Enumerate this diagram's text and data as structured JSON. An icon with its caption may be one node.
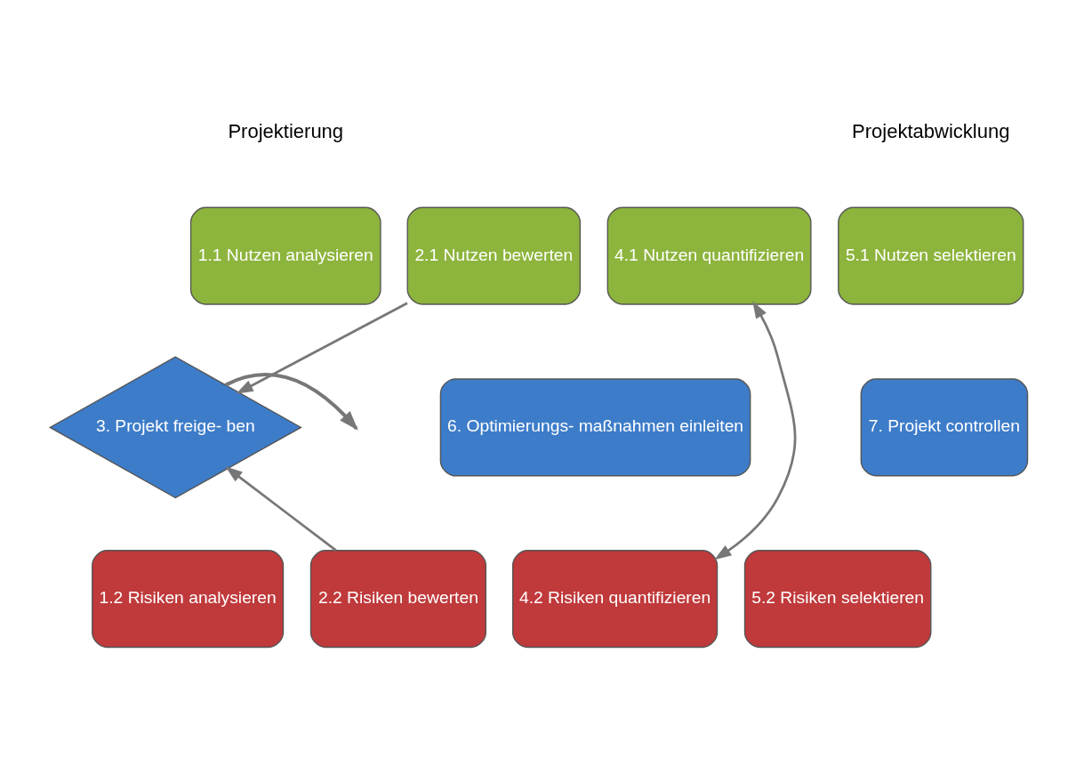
{
  "diagram": {
    "nodes": [
      {
        "text": [
          "1.1 Nutzen analysieren"
        ]
      },
      {
        "text": [
          "2.1 Nutzen bewerten"
        ]
      },
      {
        "text": [
          "4.1 Nutzen quantifizieren"
        ]
      },
      {
        "text": [
          "5.1 Nutzen selektieren"
        ]
      },
      {
        "text": [
          "3. Projekt freige- ben"
        ]
      },
      {
        "text": [
          "6. Optimierungs- maßnahmen einleiten"
        ]
      },
      {
        "text": [
          "7. Projekt controllen"
        ]
      },
      {
        "text": [
          "1.2 Risiken analysieren"
        ]
      },
      {
        "text": [
          "2.2 Risiken bewerten"
        ]
      },
      {
        "text": [
          "4.2 Risiken quantifizieren"
        ]
      },
      {
        "text": [
          "5.2 Risiken selektieren"
        ]
      }
    ],
    "edges": [
      {
        "from": 1,
        "to": 4,
        "arrow": "to"
      },
      {
        "from": 8,
        "to": 4,
        "arrow": "to"
      },
      {
        "from": 4,
        "to": null,
        "arrow": "to"
      },
      {
        "from": 2,
        "to": 9,
        "arrow": "both"
      }
    ],
    "labels": [
      "Projektierung",
      "Projektabwicklung"
    ]
  }
}
